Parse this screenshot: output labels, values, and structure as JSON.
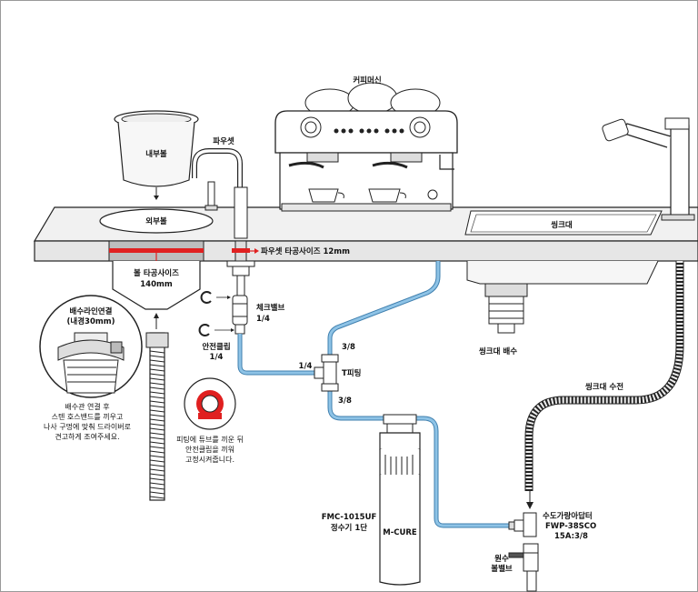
{
  "labels": {
    "coffee_machine": "커피머신",
    "faucet": "파우셋",
    "inner_bowl": "내부볼",
    "outer_bowl": "외부볼",
    "sink": "씽크대",
    "faucet_hole": "파우셋 타공사이즈 12mm",
    "bowl_hole_line1": "볼 타공사이즈",
    "bowl_hole_line2": "140mm",
    "drain_title_line1": "배수라인연결",
    "drain_title_line2": "(내경30mm)",
    "drain_note_line1": "배수관 연결 후",
    "drain_note_line2": "스텐 호스밴드를 끼우고",
    "drain_note_line3": "나사 구멍에 맞춰 드라이버로",
    "drain_note_line4": "견고하게 조여주세요.",
    "check_valve_line1": "체크밸브",
    "check_valve_line2": "1/4",
    "safety_clip_line1": "안전클립",
    "safety_clip_line2": "1/4",
    "fitting_3_8_top": "3/8",
    "fitting_1_4": "1/4",
    "t_fitting": "T피팅",
    "fitting_3_8_bottom": "3/8",
    "fitting_note_line1": "피팅에 튜브를 끼운 뒤",
    "fitting_note_line2": "안전클립을 끼워",
    "fitting_note_line3": "고정시켜줍니다.",
    "sink_drain": "씽크대 배수",
    "sink_supply": "씽크대 수전",
    "filter_model_line1": "FMC-1015UF",
    "filter_model_line2": "정수기 1단",
    "filter_brand": "M-CURE",
    "adapter_line1": "수도가랑아답터",
    "adapter_line2": "FWP-38SCO",
    "adapter_line3": "15A:3/8",
    "source_valve_line1": "원수",
    "source_valve_line2": "볼밸브"
  },
  "colors": {
    "tube_blue": "#8ec3e6",
    "tube_blue_stroke": "#3f7fae",
    "marker_red": "#e02020",
    "counter_gray": "#e8e8e8",
    "line": "#222222"
  },
  "icons": [
    "safety-clip-icon",
    "fitting-clip-icon",
    "arrow-down-icon",
    "arrow-up-icon"
  ]
}
